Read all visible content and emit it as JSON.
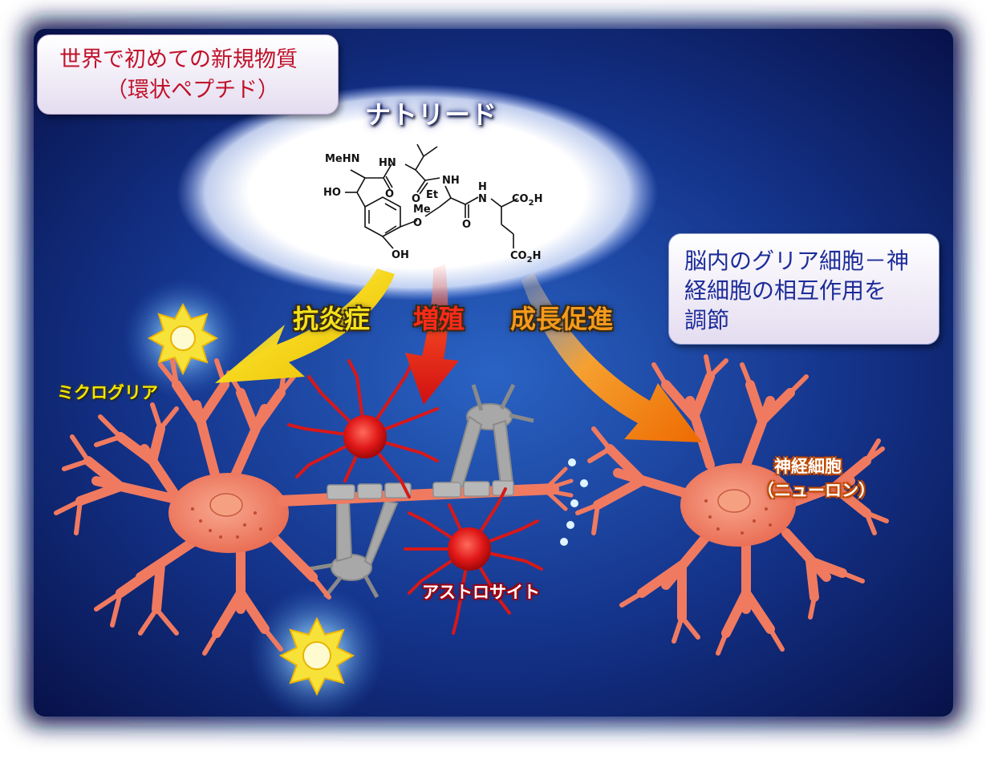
{
  "compound": {
    "name": "ナトリード",
    "novelty_line1": "世界で初めての新規物質",
    "novelty_line2": "（環状ペプチド）",
    "structure_labels": {
      "mehn": "MeHN",
      "hn": "HN",
      "ho": "HO",
      "nh1": "NH",
      "et": "Et",
      "me": "Me",
      "o_ether": "O",
      "o1": "O",
      "o2": "O",
      "o3": "O",
      "h": "H",
      "n": "N",
      "co2h_1": "CO2H",
      "co2h_2": "CO2H",
      "oh": "OH"
    }
  },
  "effects": {
    "anti_inflammatory": "抗炎症",
    "proliferation": "増殖",
    "growth_promotion": "成長促進"
  },
  "note": {
    "line1": "脳内のグリア細胞－神",
    "line2": "経細胞の相互作用を",
    "line3": "調節"
  },
  "cells": {
    "microglia": "ミクログリア",
    "astrocyte": "アストロサイト",
    "neuron_line1": "神経細胞",
    "neuron_line2": "（ニューロン）"
  },
  "colors": {
    "background_center": "#1f4fb0",
    "background_edge": "#0a1550",
    "neuron_fill": "#f07a60",
    "astrocyte_fill": "#e01818",
    "oligodendrocyte_fill": "#a8a8a8",
    "microglia_fill": "#f7e23a",
    "arrow_yellow": "#f3d21a",
    "arrow_red": "#e02010",
    "arrow_orange": "#f08010",
    "novelty_text": "#c0122a",
    "note_text": "#1d2c99"
  }
}
